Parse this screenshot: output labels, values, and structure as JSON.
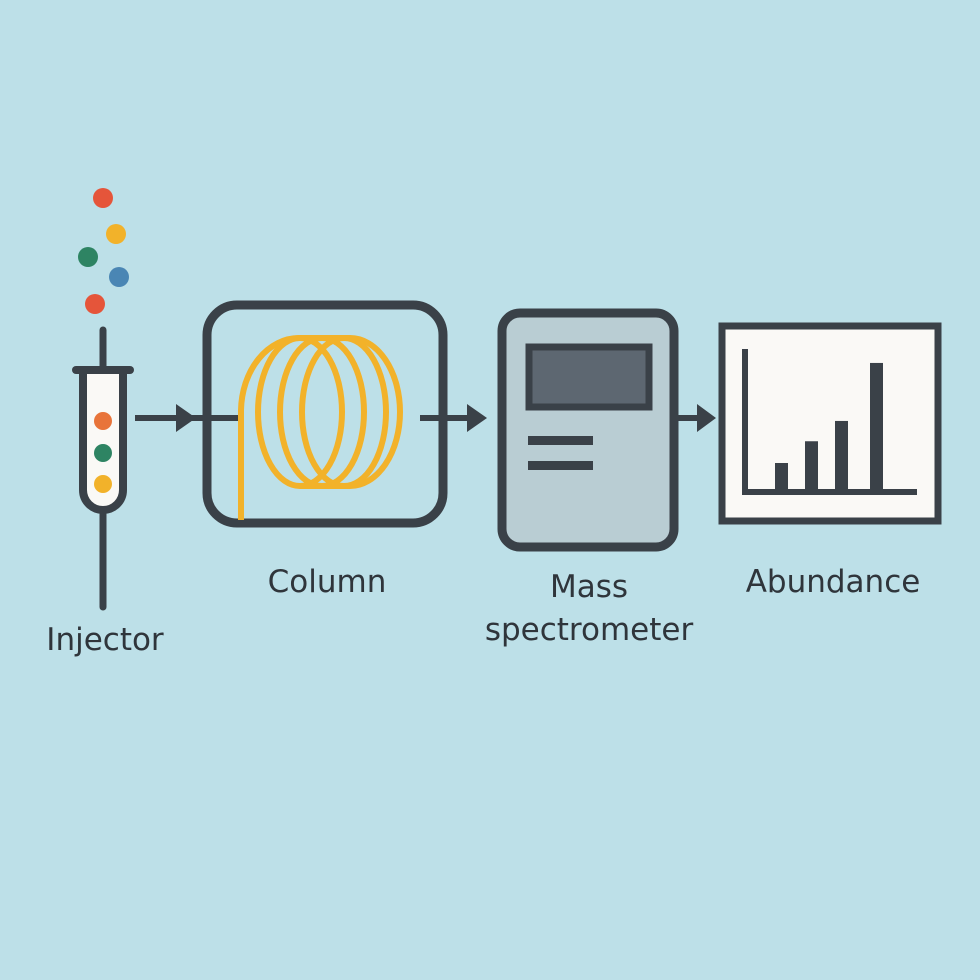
{
  "colors": {
    "background": "#bde0e8",
    "outline": "#3a4148",
    "coil": "#f2b22a",
    "sample_red": "#e5553a",
    "sample_yellow": "#f2b22a",
    "sample_green": "#2e8463",
    "sample_blue": "#4a86b4",
    "sample_orange": "#e8743a",
    "ms_body": "#b9cdd3",
    "ms_screen": "#5d6771",
    "chart_bg": "#faf9f6"
  },
  "labels": {
    "injector": "Injector",
    "column": "Column",
    "mass_line1": "Mass",
    "mass_line2": "spectrometer",
    "abundance": "Abundance"
  },
  "abundance_bars": [
    0.2,
    0.35,
    0.49,
    0.89
  ]
}
